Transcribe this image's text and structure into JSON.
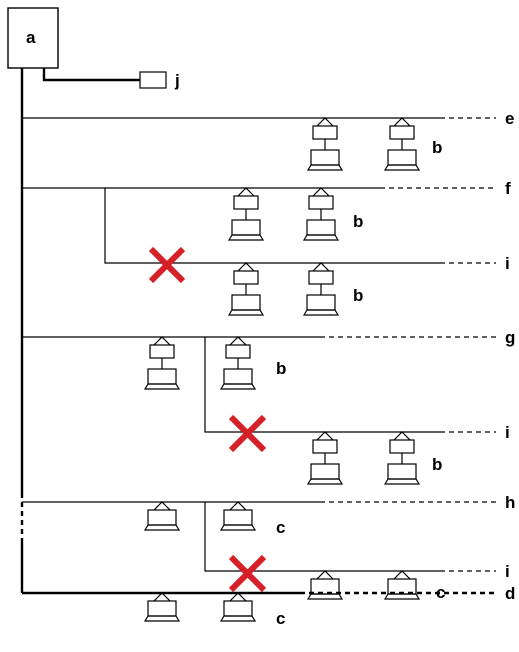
{
  "labels": {
    "a": "a",
    "j": "j",
    "e": "e",
    "f": "f",
    "i1": "i",
    "g": "g",
    "i2": "i",
    "h": "h",
    "i3": "i",
    "d": "d",
    "b1": "b",
    "b2": "b",
    "b3": "b",
    "b4": "b",
    "b5": "b",
    "c1": "c",
    "c2": "c",
    "c3": "c"
  },
  "colors": {
    "line": "#000000",
    "cross": "#d62027",
    "background": "#ffffff"
  },
  "icons": {
    "indoor_unit_b": "box-over-box-on-base-icon",
    "indoor_unit_c": "flat-box-on-base-icon",
    "not_allowed": "red-cross-icon"
  }
}
